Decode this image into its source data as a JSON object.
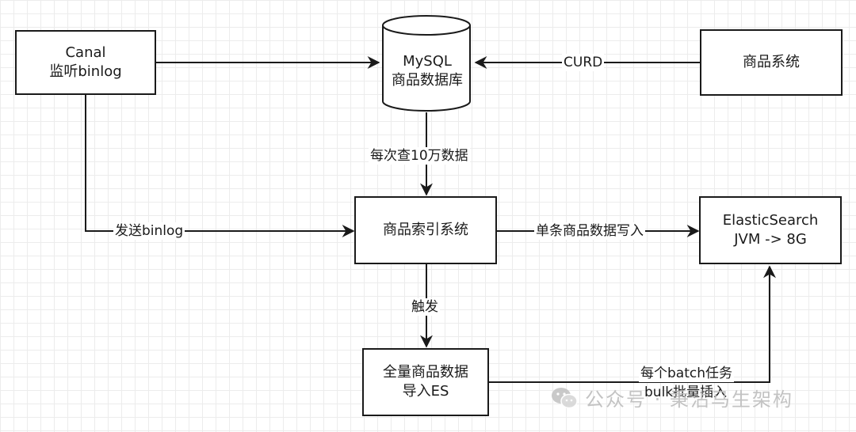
{
  "nodes": {
    "canal": {
      "line1": "Canal",
      "line2": "监听binlog"
    },
    "mysql": {
      "line1": "MySQL",
      "line2": "商品数据库"
    },
    "product_system": {
      "label": "商品系统"
    },
    "index_system": {
      "label": "商品索引系统"
    },
    "elasticsearch": {
      "line1": "ElasticSearch",
      "line2": "JVM -> 8G"
    },
    "full_import": {
      "line1": "全量商品数据",
      "line2": "导入ES"
    }
  },
  "edges": {
    "curd": "CURD",
    "query_batch": "每次查10万数据",
    "send_binlog": "发送binlog",
    "single_write": "单条商品数据写入",
    "trigger": "触发",
    "batch_task_line1": "每个batch任务",
    "batch_task_line2": "bulk批量插入"
  },
  "watermark": {
    "text": "公众号 · 秉沾马生架构",
    "icon": "wechat-icon"
  },
  "colors": {
    "stroke": "#1a1a1a",
    "grid": "#ececec",
    "watermark": "#bdbdbd"
  }
}
